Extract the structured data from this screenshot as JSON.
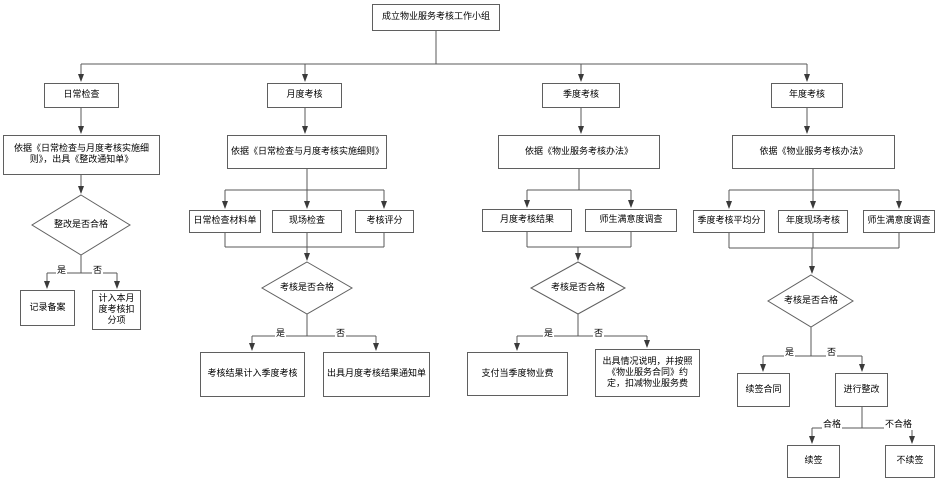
{
  "title": "成立物业服务考核工作小组",
  "colors": {
    "line": "#595959",
    "border": "#5f5f5f",
    "text": "#000000",
    "background": "#ffffff"
  },
  "branches": {
    "daily": {
      "header": "日常检查",
      "basis": "依据《日常检查与月度考核实施细则》，出具《整改通知单》",
      "decision": "整改是否合格",
      "yes_label": "是",
      "no_label": "否",
      "yes_box": "记录备案",
      "no_box": "计入本月度考核扣分项"
    },
    "monthly": {
      "header": "月度考核",
      "basis": "依据《日常检查与月度考核实施细则》",
      "inputs": [
        "日常检查材料单",
        "现场检查",
        "考核评分"
      ],
      "decision": "考核是否合格",
      "yes_label": "是",
      "no_label": "否",
      "yes_box": "考核结果计入季度考核",
      "no_box": "出具月度考核结果通知单"
    },
    "quarterly": {
      "header": "季度考核",
      "basis": "依据《物业服务考核办法》",
      "inputs": [
        "月度考核结果",
        "师生满意度调查"
      ],
      "decision": "考核是否合格",
      "yes_label": "是",
      "no_label": "否",
      "yes_box": "支付当季度物业费",
      "no_box": "出具情况说明，并按照《物业服务合同》约定，扣减物业服务费"
    },
    "annual": {
      "header": "年度考核",
      "basis": "依据《物业服务考核办法》",
      "inputs": [
        "季度考核平均分",
        "年度现场考核",
        "师生满意度调查"
      ],
      "decision": "考核是否合格",
      "yes_label": "是",
      "no_label": "否",
      "yes_box": "续签合同",
      "no_box": "进行整改",
      "rework_pass_label": "合格",
      "rework_fail_label": "不合格",
      "rework_pass_box": "续签",
      "rework_fail_box": "不续签"
    }
  }
}
